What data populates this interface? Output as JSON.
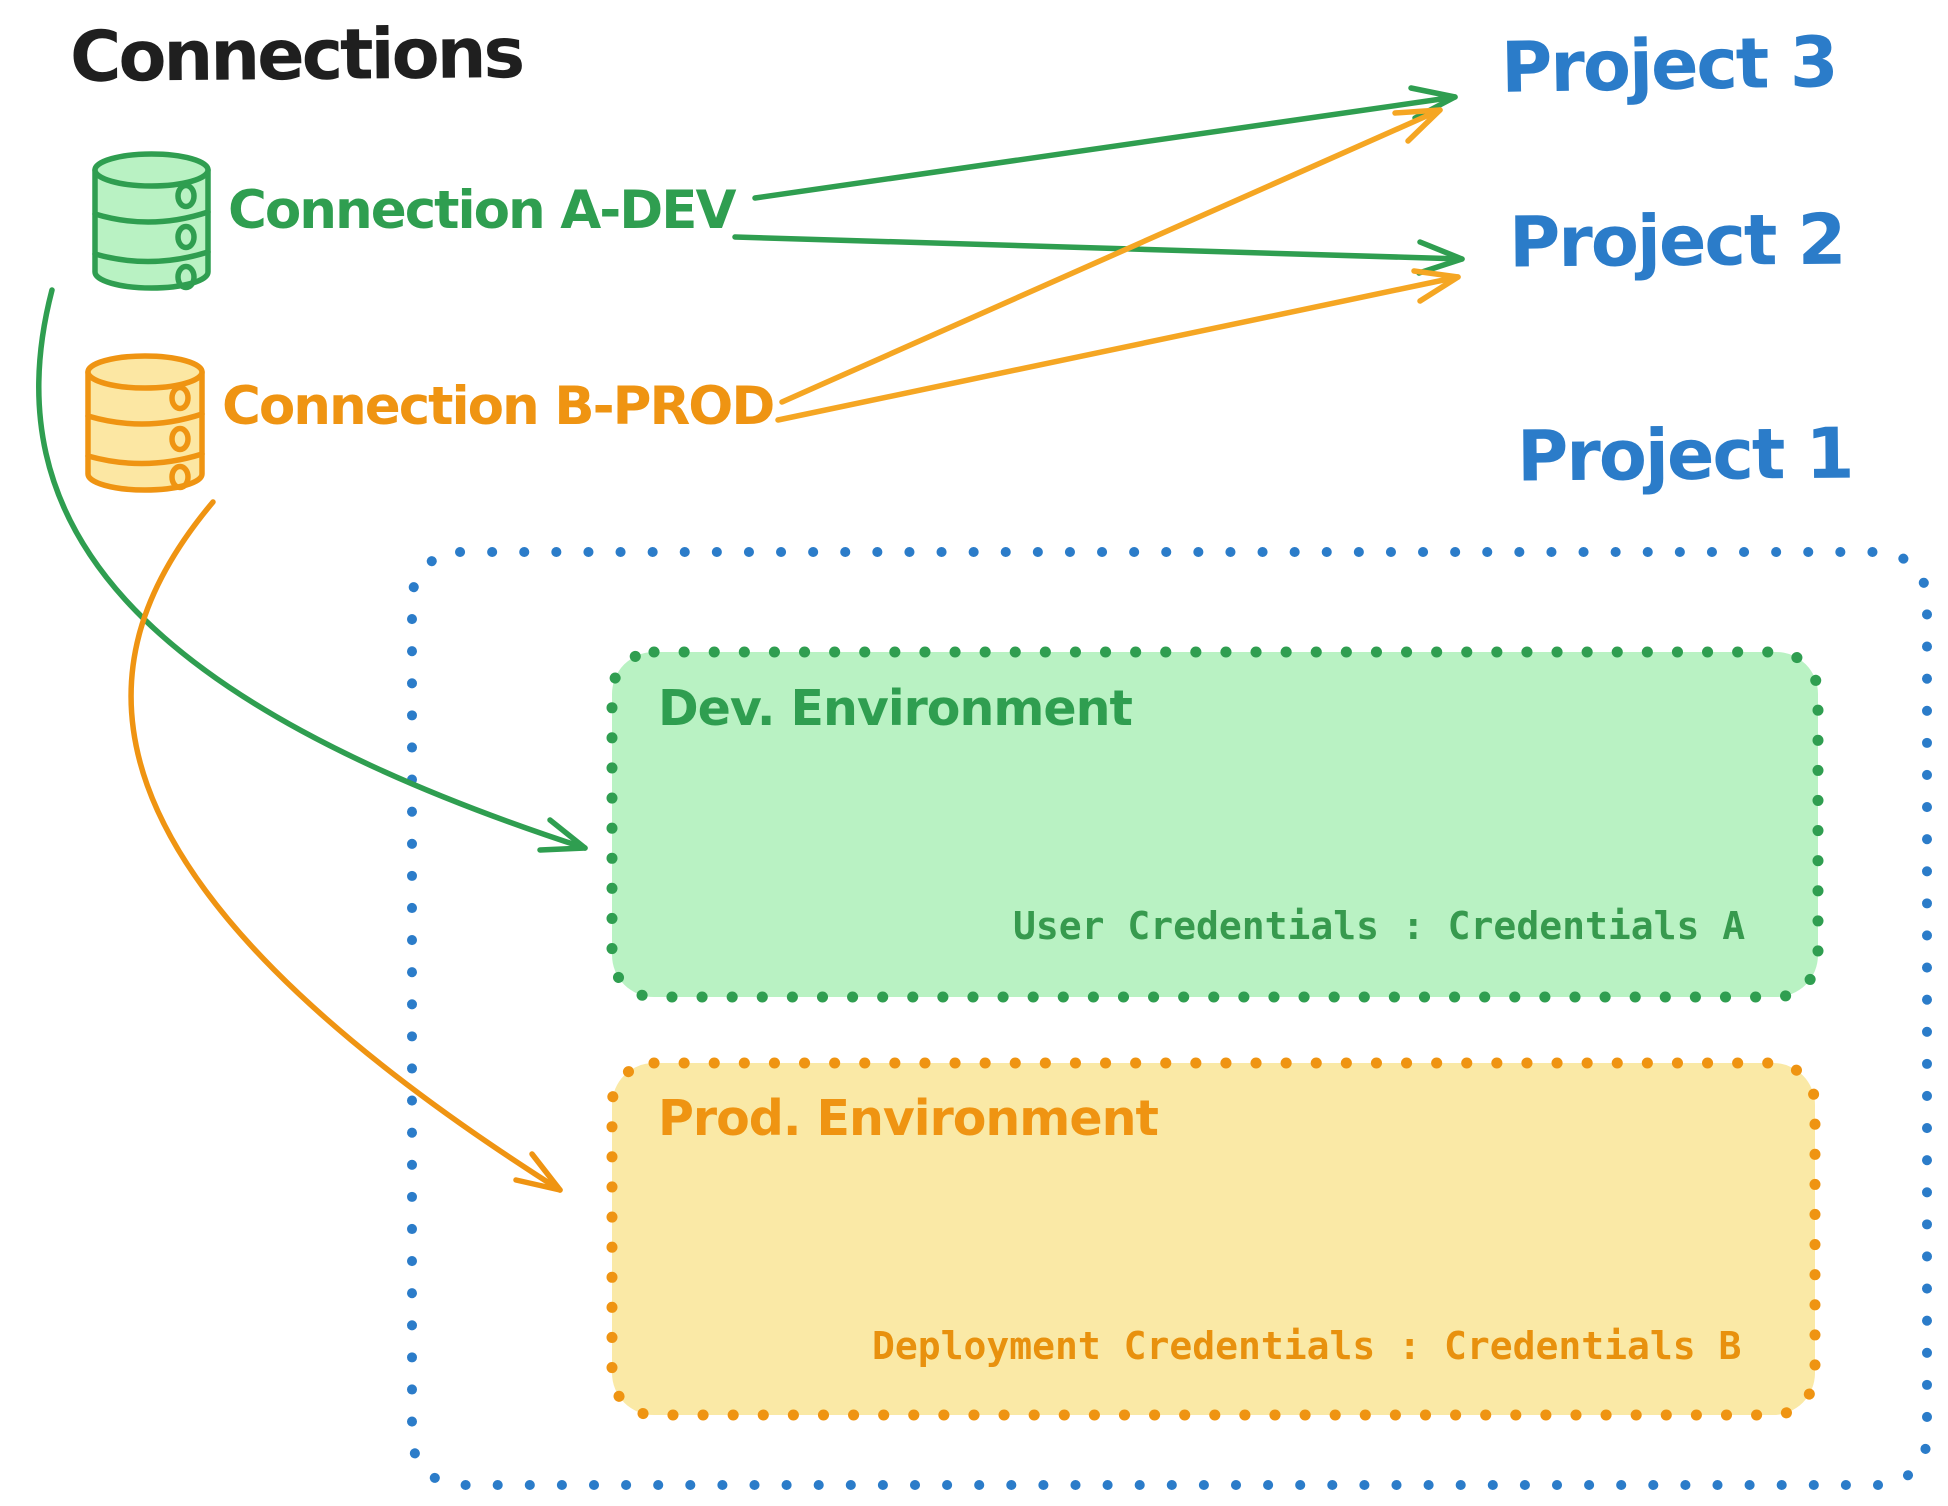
{
  "title": "Connections",
  "colors": {
    "green": "#2f9e50",
    "green_fill": "#b9f2c3",
    "green_text": "#379a4e",
    "orange": "#ef9412",
    "orange_fill": "#fae9a6",
    "orange_db_fill": "#fce7a3",
    "orange_text": "#e8910e",
    "blue": "#2b7cc9",
    "black": "#1f1f1f"
  },
  "connections": [
    {
      "id": "a-dev",
      "label": "Connection A-DEV",
      "color": "#2f9e50",
      "icon": "database-icon"
    },
    {
      "id": "b-prod",
      "label": "Connection B-PROD",
      "color": "#ef9412",
      "icon": "database-icon"
    }
  ],
  "projects": [
    {
      "label": "Project 3"
    },
    {
      "label": "Project 2"
    },
    {
      "label": "Project 1"
    }
  ],
  "project1": {
    "dev_environment": {
      "title": "Dev. Environment",
      "credentials": "User Credentials : Credentials A"
    },
    "prod_environment": {
      "title": "Prod. Environment",
      "credentials": "Deployment Credentials : Credentials B"
    }
  },
  "edges": [
    {
      "from": "Connection A-DEV",
      "to": "Project 3"
    },
    {
      "from": "Connection A-DEV",
      "to": "Project 2"
    },
    {
      "from": "Connection A-DEV",
      "to": "Project 1 Dev. Environment"
    },
    {
      "from": "Connection B-PROD",
      "to": "Project 3"
    },
    {
      "from": "Connection B-PROD",
      "to": "Project 2"
    },
    {
      "from": "Connection B-PROD",
      "to": "Project 1 Prod. Environment"
    }
  ]
}
